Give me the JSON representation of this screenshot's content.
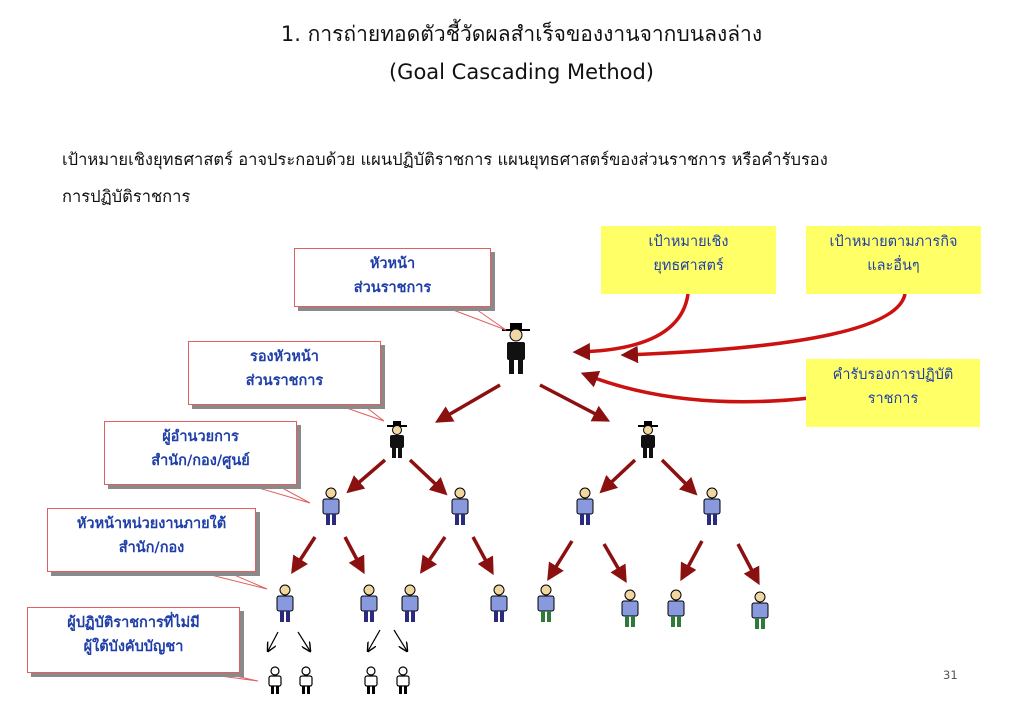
{
  "slide": {
    "title_line1": "1. การถ่ายทอดตัวชี้วัดผลสำเร็จของงานจากบนลงล่าง",
    "title_line2": "(Goal Cascading Method)",
    "body_line1": "เป้าหมายเชิงยุทธศาสตร์ อาจประกอบด้วย แผนปฏิบัติราชการ แผนยุทธศาสตร์ของส่วนราชการ หรือคำรับรอง",
    "body_line2": "การปฏิบัติราชการ",
    "page_number": "31"
  },
  "callouts": {
    "head": [
      "หัวหน้า",
      "ส่วนราชการ"
    ],
    "deputy": [
      "รองหัวหน้า",
      "ส่วนราชการ"
    ],
    "director": [
      "ผู้อำนวยการ",
      "สำนัก/กอง/ศูนย์"
    ],
    "unit_head": [
      "หัวหน้าหน่วยงานภายใต้",
      "สำนัก/กอง"
    ],
    "staff": [
      "ผู้ปฏิบัติราชการที่ไม่มี",
      "ผู้ใต้บังคับบัญชา"
    ]
  },
  "inputs": {
    "strategic": [
      "เป้าหมายเชิง",
      "ยุทธศาสตร์"
    ],
    "mission": [
      "เป้าหมายตามภารกิจ",
      "และอื่นๆ"
    ],
    "agreement": [
      "คำรับรองการปฏิบัติ",
      "ราชการ"
    ]
  },
  "colors": {
    "callout_text": "#1f3ea8",
    "callout_border": "#e06060",
    "input_box_fill": "#ffff66",
    "arrow": "#8b1010",
    "person_blue": "#8899dd",
    "person_green": "#2f7a3a"
  }
}
